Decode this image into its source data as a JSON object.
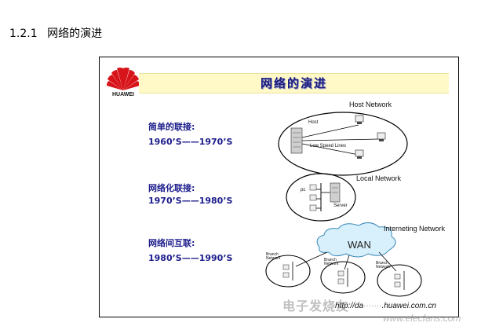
{
  "page": {
    "section_number": "1.2.1",
    "section_title": "网络的演进"
  },
  "slide": {
    "logo_text": "HUAWEI",
    "title": "网络的演进",
    "stages": [
      {
        "label": "简单的联接:",
        "years": "1960’S——1970’S"
      },
      {
        "label": "网络化联接:",
        "years": "1970’S——1980’S"
      },
      {
        "label": "网络间互联:",
        "years": "1980’S——1990’S"
      }
    ],
    "host_network": {
      "title": "Host Network",
      "host_label": "Host",
      "lines_label": "Low Speed Lines"
    },
    "local_network": {
      "title": "Local Network",
      "pc_label": "pc",
      "server_label": "Server"
    },
    "interneting_network": {
      "title": "Interneting Network",
      "wan_label": "WAN",
      "branch_label": "Branch Network"
    },
    "url": "http://da",
    "url_tail": ".huawei.com.cn"
  },
  "watermark": {
    "main": "电子发烧友",
    "sub": "www.elecfans.com"
  },
  "colors": {
    "title_bar": "#fff9c8",
    "text_blue": "#1c1c8c",
    "huawei_red": "#d7141a",
    "wan_cloud": "#d7f0fb"
  }
}
